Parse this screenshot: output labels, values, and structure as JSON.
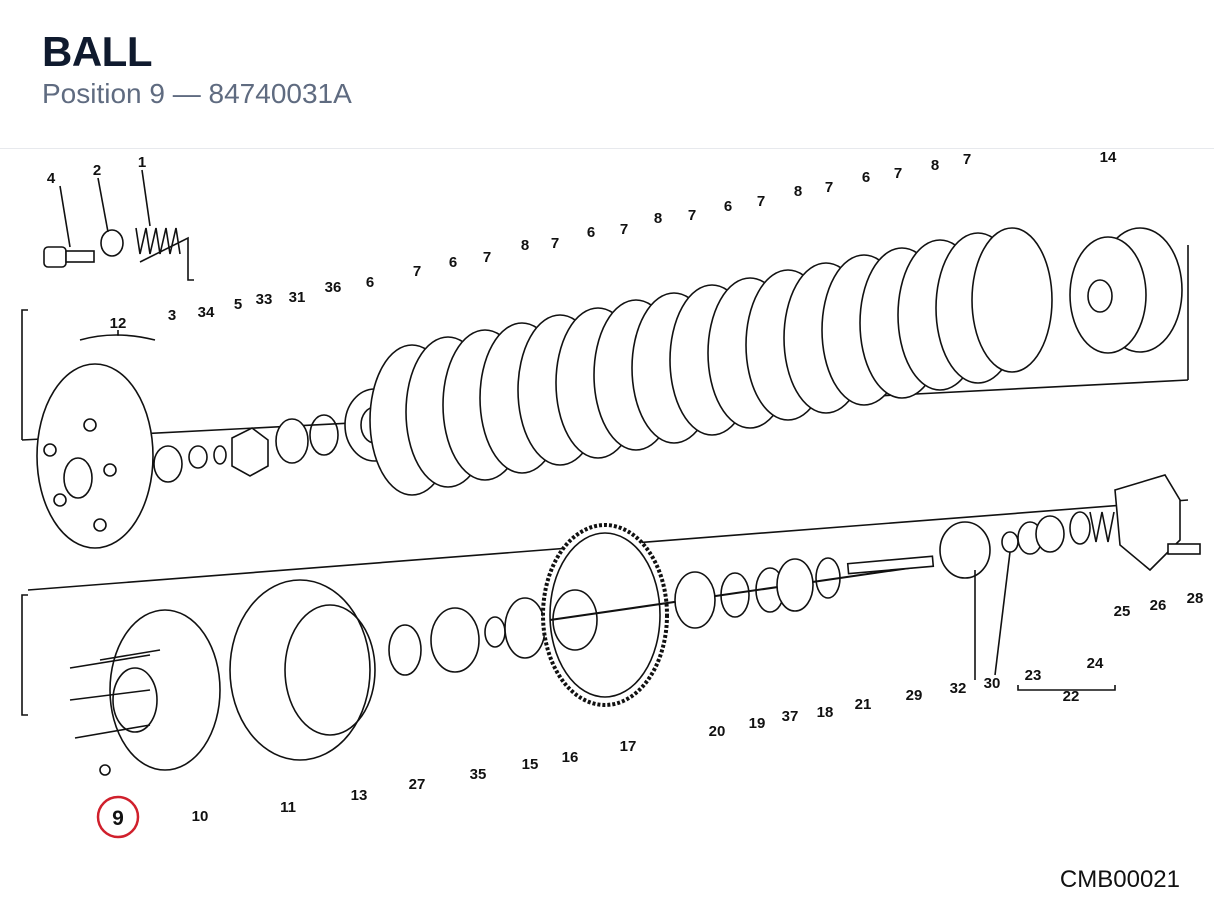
{
  "header": {
    "title": "BALL",
    "subtitle": "Position 9 — 84740031A"
  },
  "diagram": {
    "drawing_code": "CMB00021",
    "highlight_color": "#d0202c",
    "highlight_label": "9",
    "callouts": [
      "4",
      "2",
      "1",
      "12",
      "3",
      "34",
      "5",
      "33",
      "31",
      "36",
      "6",
      "7",
      "6",
      "7",
      "8",
      "7",
      "6",
      "7",
      "8",
      "7",
      "6",
      "7",
      "8",
      "7",
      "6",
      "7",
      "8",
      "7",
      "14",
      "10",
      "11",
      "13",
      "27",
      "35",
      "15",
      "16",
      "17",
      "20",
      "19",
      "37",
      "18",
      "21",
      "29",
      "32",
      "30",
      "23",
      "22",
      "24",
      "25",
      "26",
      "28"
    ]
  }
}
